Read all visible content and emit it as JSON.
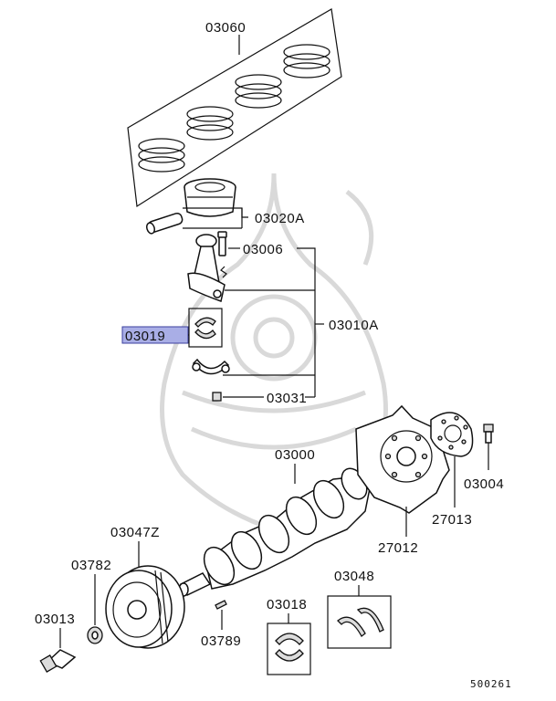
{
  "parts": {
    "p03060": "03060",
    "p03020A": "03020A",
    "p03006": "03006",
    "p03010A": "03010A",
    "p03019": "03019",
    "p03031": "03031",
    "p03000": "03000",
    "p03004": "03004",
    "p27013": "27013",
    "p27012": "27012",
    "p03047Z": "03047Z",
    "p03782": "03782",
    "p03048": "03048",
    "p03013": "03013",
    "p03018": "03018",
    "p03789": "03789"
  },
  "diagram_id": "500261",
  "colors": {
    "highlight_fill": "#a9aee6",
    "highlight_border": "#3a3f9e",
    "watermark": "#d9d9d9"
  }
}
